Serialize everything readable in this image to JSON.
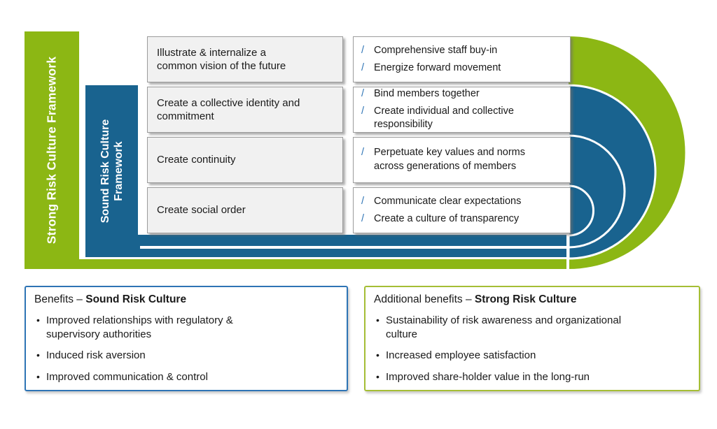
{
  "diagram": {
    "strong_framework": {
      "label": "Strong Risk Culture Framework"
    },
    "sound_framework": {
      "label": "Sound Risk Culture\nFramework"
    },
    "rows": [
      {
        "goal": "Illustrate & internalize a\ncommon vision of the future",
        "benefits": [
          "Comprehensive staff buy-in",
          "Energize forward movement"
        ]
      },
      {
        "goal": "Create a collective identity and\ncommitment",
        "benefits": [
          "Bind members together",
          "Create individual and collective\nresponsibility"
        ]
      },
      {
        "goal": "Create continuity",
        "benefits": [
          "Perpetuate key values and norms\nacross generations of members"
        ]
      },
      {
        "goal": "Create social order",
        "benefits": [
          "Communicate clear expectations",
          "Create a culture of transparency"
        ]
      }
    ]
  },
  "bottom_panels": [
    {
      "title_prefix": "Benefits – ",
      "title_bold": "Sound Risk Culture",
      "items": [
        "Improved relationships with regulatory &\nsupervisory authorities",
        "Induced risk aversion",
        "Improved communication & control"
      ]
    },
    {
      "title_prefix": "Additional benefits – ",
      "title_bold": "Strong Risk Culture",
      "items": [
        "Sustainability of risk awareness and organizational\nculture",
        "Increased employee satisfaction",
        "Improved share-holder value in the long-run"
      ]
    }
  ],
  "ui": {
    "slash_bullet": "/",
    "dot_bullet": "•"
  },
  "colors": {
    "green": "#8CB714",
    "lightgreen": "#A5BE35",
    "blue": "#19638F",
    "lightblue": "#2E74B5",
    "boxfill": "#F1F1F1",
    "boxborder": "#9C9C9C",
    "text": "#1A1A1A"
  }
}
